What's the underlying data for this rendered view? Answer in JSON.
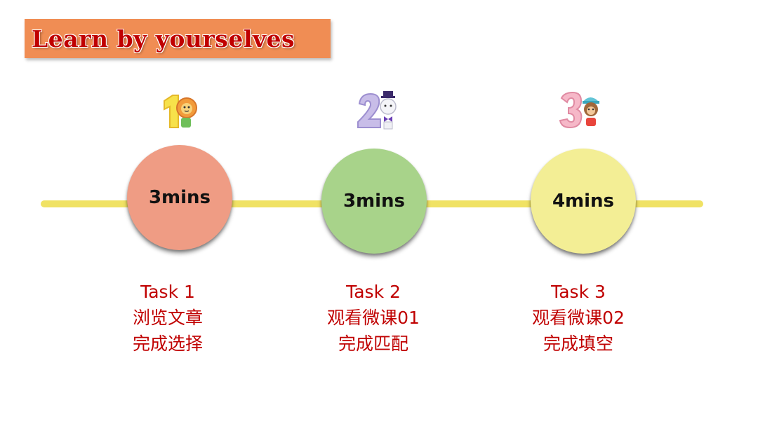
{
  "title": "Learn by yourselves",
  "colors": {
    "banner": "#f08d54",
    "title_text": "#c00000",
    "timeline": "#f0e264",
    "task_text": "#c00000"
  },
  "steps": [
    {
      "icon": "number-1-lion-icon",
      "duration": "3mins",
      "color": "#ef9c84",
      "task": "Task 1",
      "line1": "浏览文章",
      "line2": "完成选择"
    },
    {
      "icon": "number-2-cat-icon",
      "duration": "3mins",
      "color": "#a8d38a",
      "task": "Task 2",
      "line1": "观看微课01",
      "line2": "完成匹配"
    },
    {
      "icon": "number-3-monkey-icon",
      "duration": "4mins",
      "color": "#f3ee95",
      "task": "Task 3",
      "line1": "观看微课02",
      "line2": "完成填空"
    }
  ]
}
